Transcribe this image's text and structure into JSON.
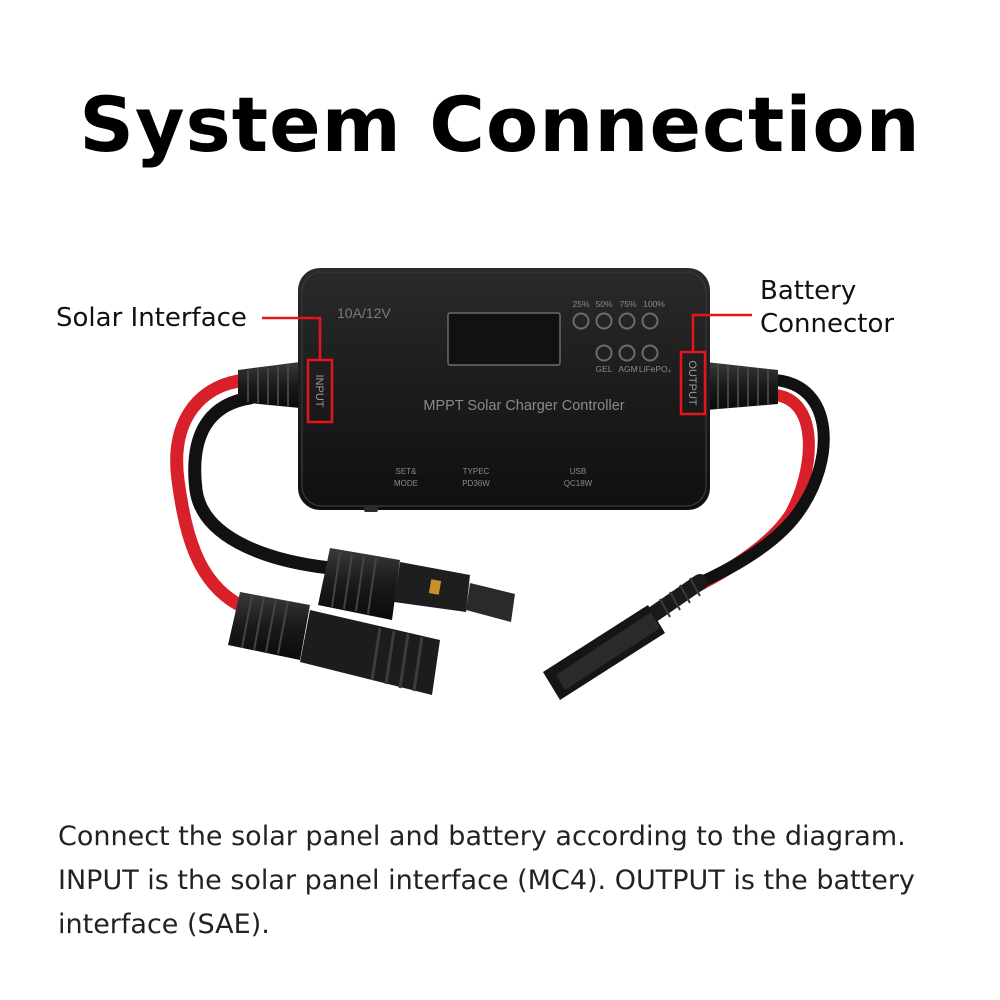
{
  "title": "System Connection",
  "callouts": {
    "solar_interface": "Solar Interface",
    "battery_connector_line1": "Battery",
    "battery_connector_line2": "Connector"
  },
  "device": {
    "rating": "10A/12V",
    "name": "MPPT Solar Charger Controller",
    "input_label": "INPUT",
    "output_label": "OUTPUT",
    "charge_levels": [
      "25%",
      "50%",
      "75%",
      "100%"
    ],
    "battery_types": [
      "GEL",
      "AGM",
      "LiFePO₄"
    ],
    "port_set_line1": "SET&",
    "port_set_line2": "MODE",
    "port_typec_line1": "TYPEC",
    "port_typec_line2": "PD36W",
    "port_usb_line1": "USB",
    "port_usb_line2": "QC18W"
  },
  "description": {
    "line1": "Connect the solar panel and battery according to the diagram.",
    "line2": "INPUT is the solar panel interface (MC4). OUTPUT is the battery",
    "line3": "interface (SAE)."
  },
  "colors": {
    "highlight_red": "#e8141c",
    "cable_red": "#d8202a",
    "device_body": "#1c1c1c"
  }
}
